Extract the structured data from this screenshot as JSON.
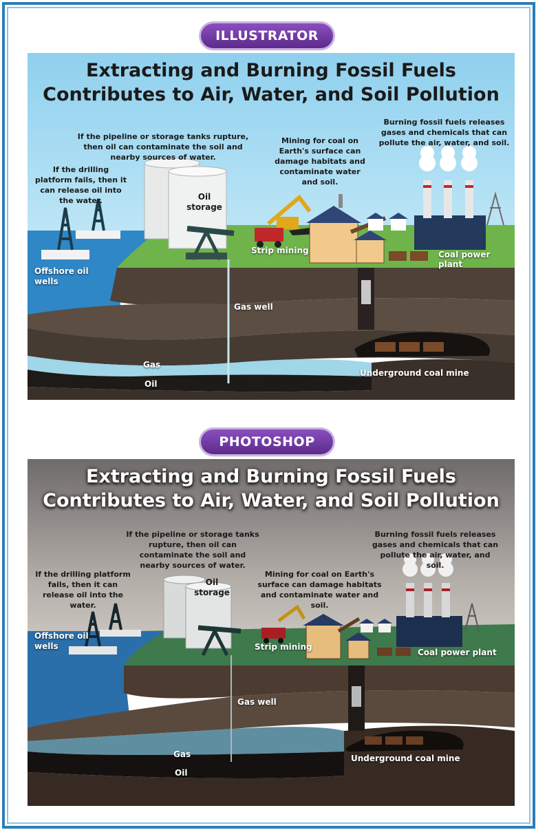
{
  "illustrator": {
    "badge": "ILLUSTRATOR",
    "title_line1": "Extracting and Burning Fossil Fuels",
    "title_line2": "Contributes to Air, Water, and Soil Pollution",
    "note_pipeline": "If the pipeline or storage tanks rupture, then oil can contaminate the soil and nearby sources of water.",
    "note_platform": "If the drilling platform fails, then it can release oil into the water.",
    "note_mining": "Mining for coal on Earth's surface can damage habitats and contaminate water and soil.",
    "note_burning": "Burning fossil fuels releases gases and chemicals that can pollute the air, water, and soil.",
    "label_oil_storage": "Oil storage",
    "label_offshore": "Offshore oil wells",
    "label_strip_mining": "Strip mining",
    "label_coal_plant": "Coal power plant",
    "label_gas_well": "Gas well",
    "label_gas": "Gas",
    "label_oil": "Oil",
    "label_underground": "Underground coal mine",
    "colors": {
      "sky": "#9fd8f0",
      "sea": "#2f87c6",
      "ground": "#6fb44a",
      "soil": "#4a3f36",
      "deep_soil": "#3a302a"
    }
  },
  "photoshop": {
    "badge": "PHOTOSHOP",
    "title_line1": "Extracting and Burning Fossil Fuels",
    "title_line2": "Contributes to Air, Water, and Soil Pollution",
    "note_pipeline": "If the pipeline or storage tanks rupture, then oil can contaminate the soil and nearby sources of water.",
    "note_platform": "If the drilling platform fails, then it can release oil into the water.",
    "note_mining": "Mining for coal on Earth's surface can damage habitats and contaminate water and soil.",
    "note_burning": "Burning fossil fuels releases gases and chemicals that can pollute the air, water, and soil.",
    "label_oil_storage": "Oil storage",
    "label_offshore": "Offshore oil wells",
    "label_strip_mining": "Strip mining",
    "label_coal_plant": "Coal power plant",
    "label_gas_well": "Gas well",
    "label_gas": "Gas",
    "label_oil": "Oil",
    "label_underground": "Underground coal mine",
    "colors": {
      "sky": "#8e8a88",
      "sea": "#2a6eaa",
      "ground": "#3e7a4c",
      "soil": "#4b3b30",
      "deep_soil": "#362a22"
    }
  }
}
